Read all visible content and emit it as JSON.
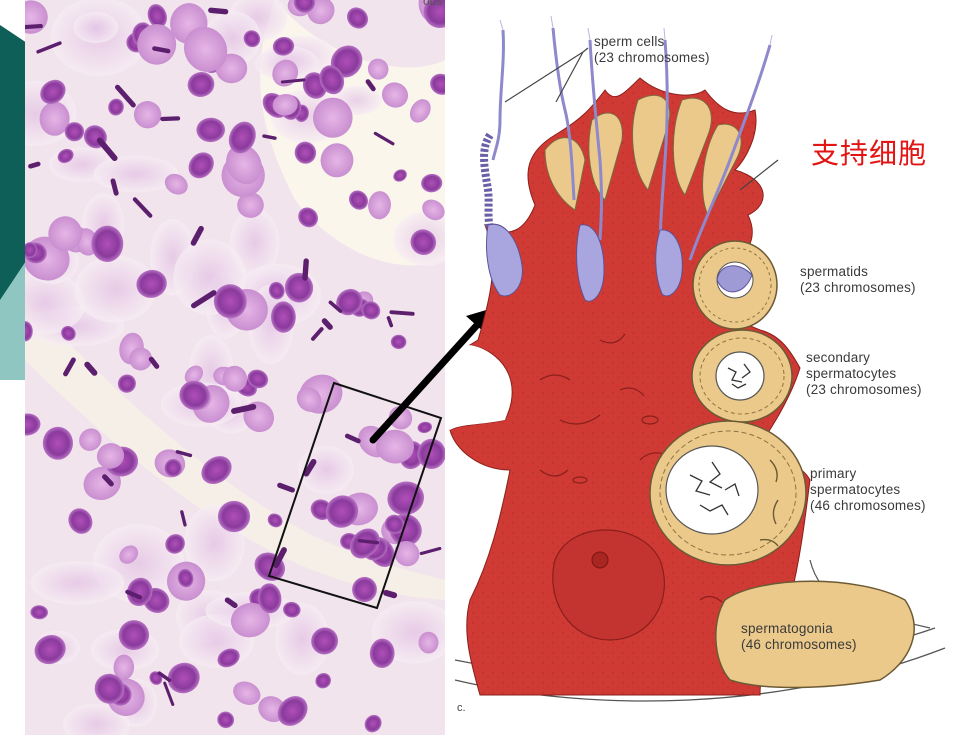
{
  "labels": {
    "sperm_cells": [
      "sperm cells",
      "(23 chromosomes)"
    ],
    "sertoli_cn": "支持细胞",
    "spermatids": [
      "spermatids",
      "(23 chromosomes)"
    ],
    "secondary": [
      "secondary",
      "spermatocytes",
      "(23 chromosomes)"
    ],
    "primary": [
      "primary",
      "spermatocytes",
      "(46 chromosomes)"
    ],
    "spermatogonia": [
      "spermatogonia",
      "(46 chromosomes)"
    ],
    "figure_letter": "c.",
    "cropped_top": "ous"
  },
  "colors": {
    "sertoli": "#cf3a35",
    "germ_cell": "#ebc98a",
    "sperm": "#9e9ad6",
    "stain_dark": "#7a2e8c",
    "stain_light": "#c98fd0",
    "teal_dark": "#0e5f57",
    "teal_light": "#8fc6c1",
    "label_red": "#e31414"
  }
}
